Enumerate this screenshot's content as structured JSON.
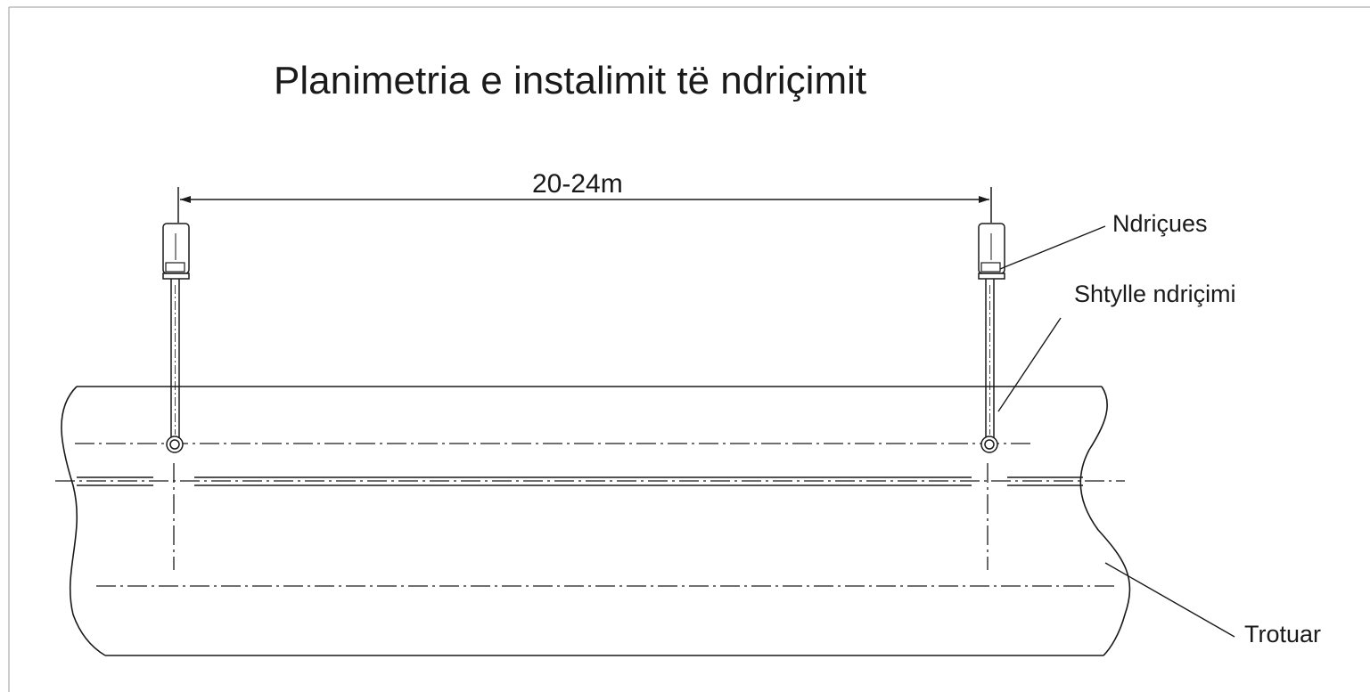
{
  "diagram": {
    "title": "Planimetria e instalimit të ndriçimit",
    "dimension_label": "20-24m",
    "labels": {
      "luminaire": "Ndriçues",
      "pole": "Shtylle ndriçimi",
      "sidewalk": "Trotuar"
    },
    "colors": {
      "line": "#1a1a1a",
      "frame": "#999999",
      "background": "#ffffff"
    }
  }
}
